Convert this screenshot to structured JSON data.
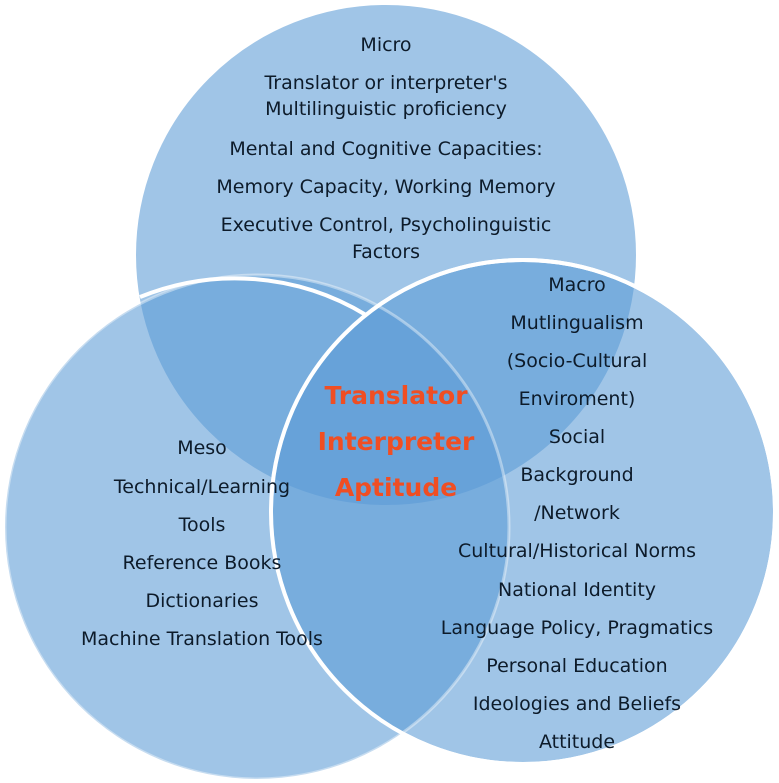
{
  "colors": {
    "circle": "#5B9BD5",
    "title": "#F04E23",
    "text": "#0d1b2a"
  },
  "micro": [
    "Micro",
    "Translator or interpreter's",
    "Multilinguistic proficiency",
    "Mental and Cognitive Capacities:",
    "Memory Capacity, Working Memory",
    "Executive Control, Psycholinguistic",
    "Factors"
  ],
  "macro": [
    "Macro",
    "Mutlingualism",
    "(Socio-Cultural",
    "Enviroment)",
    "Social",
    "Background",
    "/Network",
    "Cultural/Historical Norms",
    "National Identity",
    "Language Policy, Pragmatics",
    "Personal Education",
    "Ideologies and Beliefs",
    "Attitude"
  ],
  "meso": [
    "Meso",
    "Technical/Learning",
    "Tools",
    "Reference Books",
    "Dictionaries",
    "Machine Translation Tools"
  ],
  "center": [
    "Translator",
    "Interpreter",
    "Aptitude"
  ]
}
